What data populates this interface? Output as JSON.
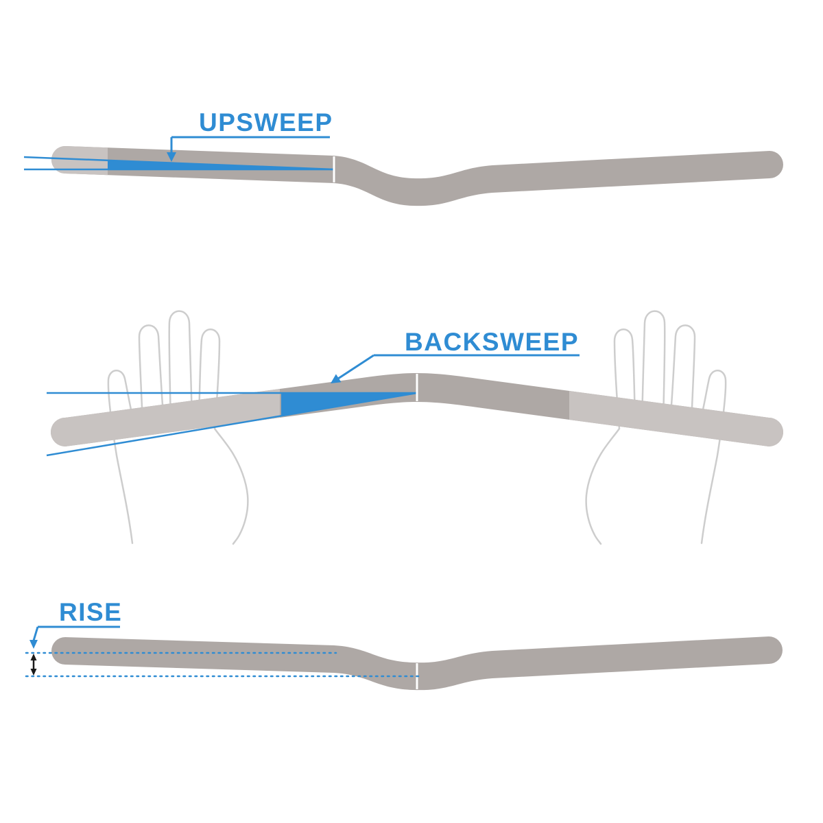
{
  "page": {
    "background": "#FFFFFF",
    "description": "Handlebar geometry diagram explaining upsweep, backsweep and rise"
  },
  "colors": {
    "accent_blue": "#2F8CD3",
    "bar_gray": "#AEA8A5",
    "grip_highlight": "#C8C3C1",
    "hand_outline": "#CDCDCD",
    "divider_white": "#FFFFFF",
    "measure_black": "#1A1A1A"
  },
  "icons": {
    "arrow_down": "solid triangle pointer, points down",
    "arrow_diagonal": "solid triangle pointer, points down-left",
    "double_arrow_vertical": "vertical double-headed measurement arrow"
  },
  "sections": {
    "upsweep": {
      "label": "UPSWEEP"
    },
    "backsweep": {
      "label": "BACKSWEEP"
    },
    "rise": {
      "label": "RISE"
    }
  }
}
